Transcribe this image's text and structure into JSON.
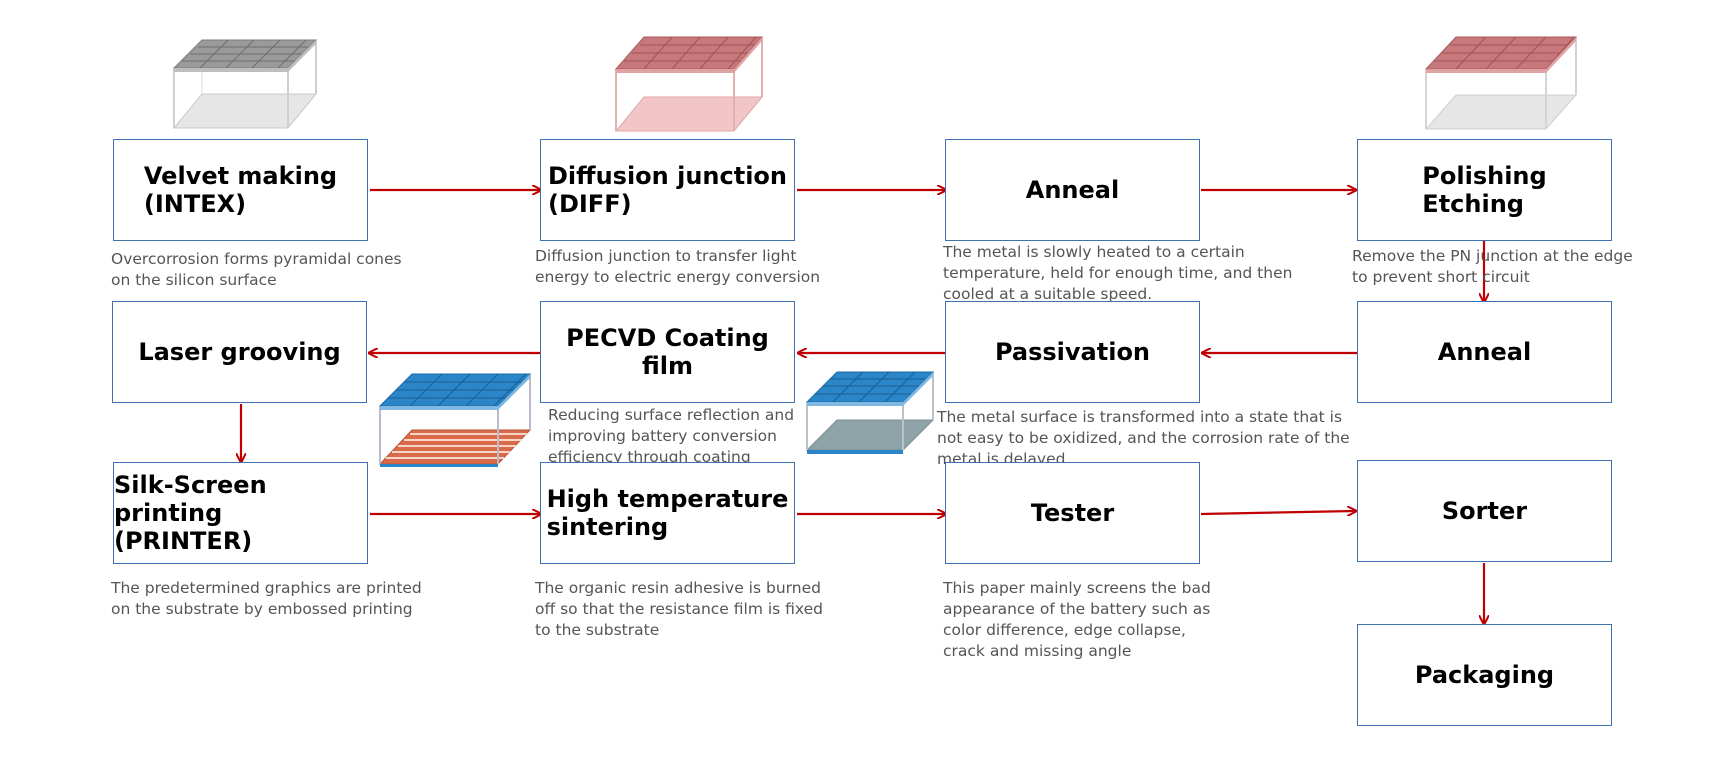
{
  "steps": {
    "velvet": {
      "title": "Velvet making\n (INTEX)",
      "desc": "Overcorrosion forms pyramidal cones\non the silicon surface"
    },
    "diffusion": {
      "title": "Diffusion junction\n(DIFF)",
      "desc": "Diffusion junction to transfer light\nenergy to electric energy conversion"
    },
    "anneal1": {
      "title": "Anneal",
      "desc": "The metal is slowly heated to a certain\ntemperature, held for enough time, and then\ncooled at a suitable speed."
    },
    "polishing": {
      "title": "Polishing\nEtching",
      "desc": "Remove the PN junction at the edge\nto prevent short circuit"
    },
    "laser": {
      "title": "Laser grooving",
      "desc": ""
    },
    "pecvd": {
      "title": "PECVD Coating film",
      "desc": "Reducing surface reflection and\nimproving battery conversion\nefficiency through coating"
    },
    "passivation": {
      "title": "Passivation",
      "desc": "The metal surface is transformed into a state that is\nnot easy to be oxidized, and the corrosion rate of the\nmetal is delayed"
    },
    "anneal2": {
      "title": "Anneal",
      "desc": ""
    },
    "silkscreen": {
      "title": "Silk-Screen printing\n(PRINTER)",
      "desc": "The predetermined graphics are printed\non the substrate by embossed printing"
    },
    "sintering": {
      "title": "High temperature\nsintering",
      "desc": "The organic resin adhesive is burned\noff so that the resistance film is fixed\nto the substrate"
    },
    "tester": {
      "title": "Tester",
      "desc": "This paper mainly screens the bad\nappearance of the battery such as\ncolor difference, edge collapse,\ncrack and missing angle"
    },
    "sorter": {
      "title": "Sorter",
      "desc": ""
    },
    "packaging": {
      "title": "Packaging",
      "desc": ""
    }
  },
  "colors": {
    "box_border": "#3f72af",
    "arrow": "#c00000",
    "desc_text": "#555555",
    "illus_gray": "#8c8c8c",
    "illus_pink": "#c7787a",
    "illus_blue": "#2a86c8"
  },
  "illustrations": [
    "gray-cell-icon",
    "pink-cell-icon",
    "pink-cell-icon",
    "blue-cell-striped-icon",
    "blue-cell-icon"
  ]
}
